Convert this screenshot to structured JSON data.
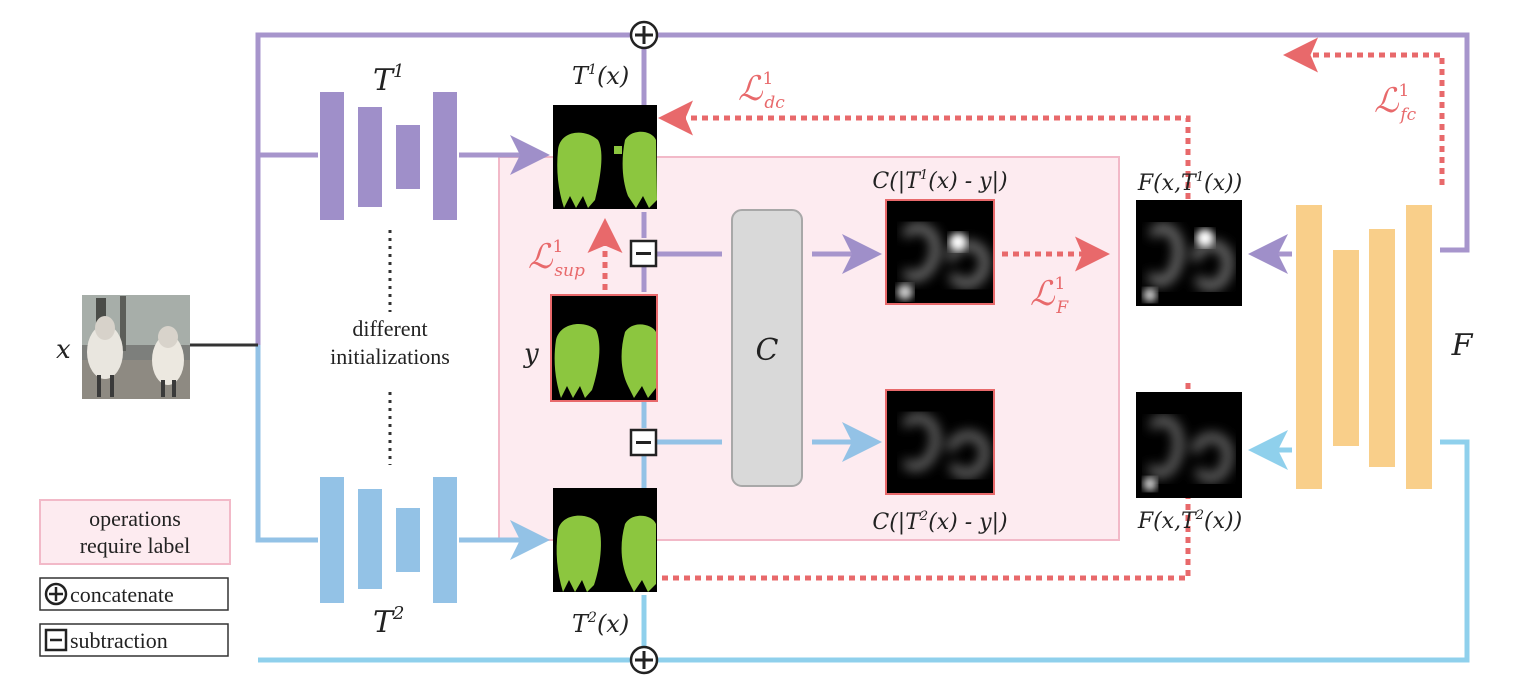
{
  "colors": {
    "purple": "#9f8fc9",
    "purple_line": "#a795cc",
    "blue": "#93c2e6",
    "blue_line": "#8fd0ec",
    "orange": "#f9cf8a",
    "loss_red": "#e8696b",
    "pink_region": "#fdebf0",
    "pink_border": "#f2b9c8",
    "gray_block": "#d9d9d9",
    "mask_green": "#8cc63f"
  },
  "input": {
    "label": "x"
  },
  "teacher1": {
    "label": "T",
    "sup": "1",
    "output_label": "T",
    "output_sup": "1",
    "output_arg": "(x)"
  },
  "teacher2": {
    "label": "T",
    "sup": "2",
    "output_label": "T",
    "output_sup": "2",
    "output_arg": "(x)"
  },
  "middle_note": {
    "line1": "different",
    "line2": "initializations"
  },
  "ground_truth": {
    "label": "y"
  },
  "c_block": {
    "label": "C"
  },
  "confidence1": {
    "label": "C(|T",
    "sup": "1",
    "rest": "(x) - y|)"
  },
  "confidence2": {
    "label": "C(|T",
    "sup": "2",
    "rest": "(x) - y|)"
  },
  "forecaster": {
    "label": "F"
  },
  "forecast1": {
    "label": "F(x,T",
    "sup": "1",
    "rest": "(x))"
  },
  "forecast2": {
    "label": "F(x,T",
    "sup": "2",
    "rest": "(x))"
  },
  "losses": {
    "dc": {
      "symbol": "ℒ",
      "sup": "1",
      "sub": "dc"
    },
    "sup": {
      "symbol": "ℒ",
      "sup": "1",
      "sub": "sup"
    },
    "F": {
      "symbol": "ℒ",
      "sup": "1",
      "sub": "F"
    },
    "fc": {
      "symbol": "ℒ",
      "sup": "1",
      "sub": "fc"
    }
  },
  "legend": {
    "label_ops_line1": "operations",
    "label_ops_line2": "require label",
    "concat_label": "concatenate",
    "sub_label": "subtraction"
  }
}
